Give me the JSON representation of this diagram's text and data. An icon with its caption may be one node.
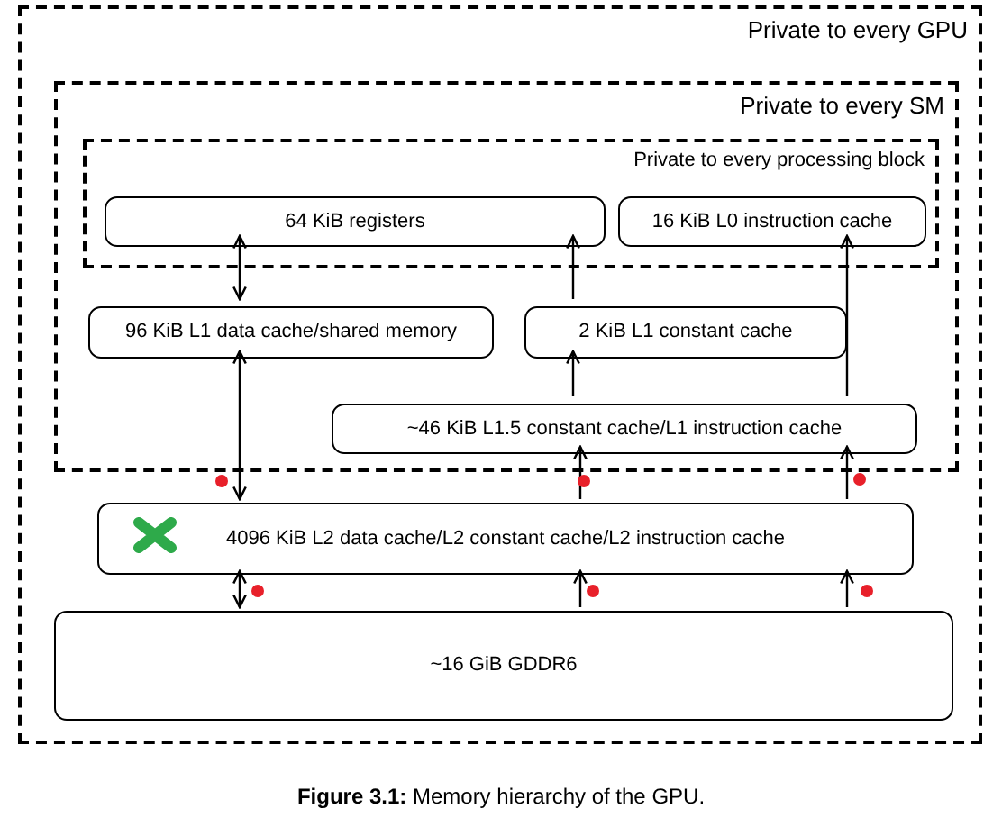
{
  "diagram": {
    "caption": "**Figure 3.1:** Memory hierarchy of the GPU.",
    "nodes": [
      {
        "text": [
          "Private to every GPU"
        ]
      },
      {
        "text": [
          "Private to every SM"
        ],
        "in": 0
      },
      {
        "text": [
          "Private to every processing block"
        ],
        "in": 1
      },
      {
        "text": [
          "64 KiB registers"
        ],
        "in": 2
      },
      {
        "text": [
          "16 KiB L0 instruction cache"
        ],
        "in": 2
      },
      {
        "text": [
          "96 KiB L1 data cache/shared memory"
        ],
        "in": 1
      },
      {
        "text": [
          "2 KiB L1 constant cache"
        ],
        "in": 1
      },
      {
        "text": [
          "~46 KiB L1.5 constant cache/L1 instruction cache"
        ],
        "in": 1
      },
      {
        "text": [
          "4096 KiB L2 data cache/L2 constant cache/L2 instruction cache"
        ],
        "in": 0
      },
      {
        "text": [
          "~16 GiB GDDR6"
        ],
        "in": 0
      }
    ],
    "edges": [
      {
        "from": 5,
        "to": 3,
        "arrow": "both"
      },
      {
        "from": 6,
        "to": 3,
        "arrow": "to"
      },
      {
        "from": 7,
        "to": 6,
        "arrow": "to"
      },
      {
        "from": 7,
        "to": 4,
        "arrow": "to"
      },
      {
        "from": 8,
        "to": 5,
        "arrow": "both"
      },
      {
        "from": 8,
        "to": 7,
        "arrow": "to"
      },
      {
        "from": 8,
        "to": 7,
        "arrow": "to"
      },
      {
        "from": 9,
        "to": 8,
        "arrow": "both"
      },
      {
        "from": 9,
        "to": 8,
        "arrow": "to"
      },
      {
        "from": 9,
        "to": 8,
        "arrow": "to"
      }
    ]
  }
}
